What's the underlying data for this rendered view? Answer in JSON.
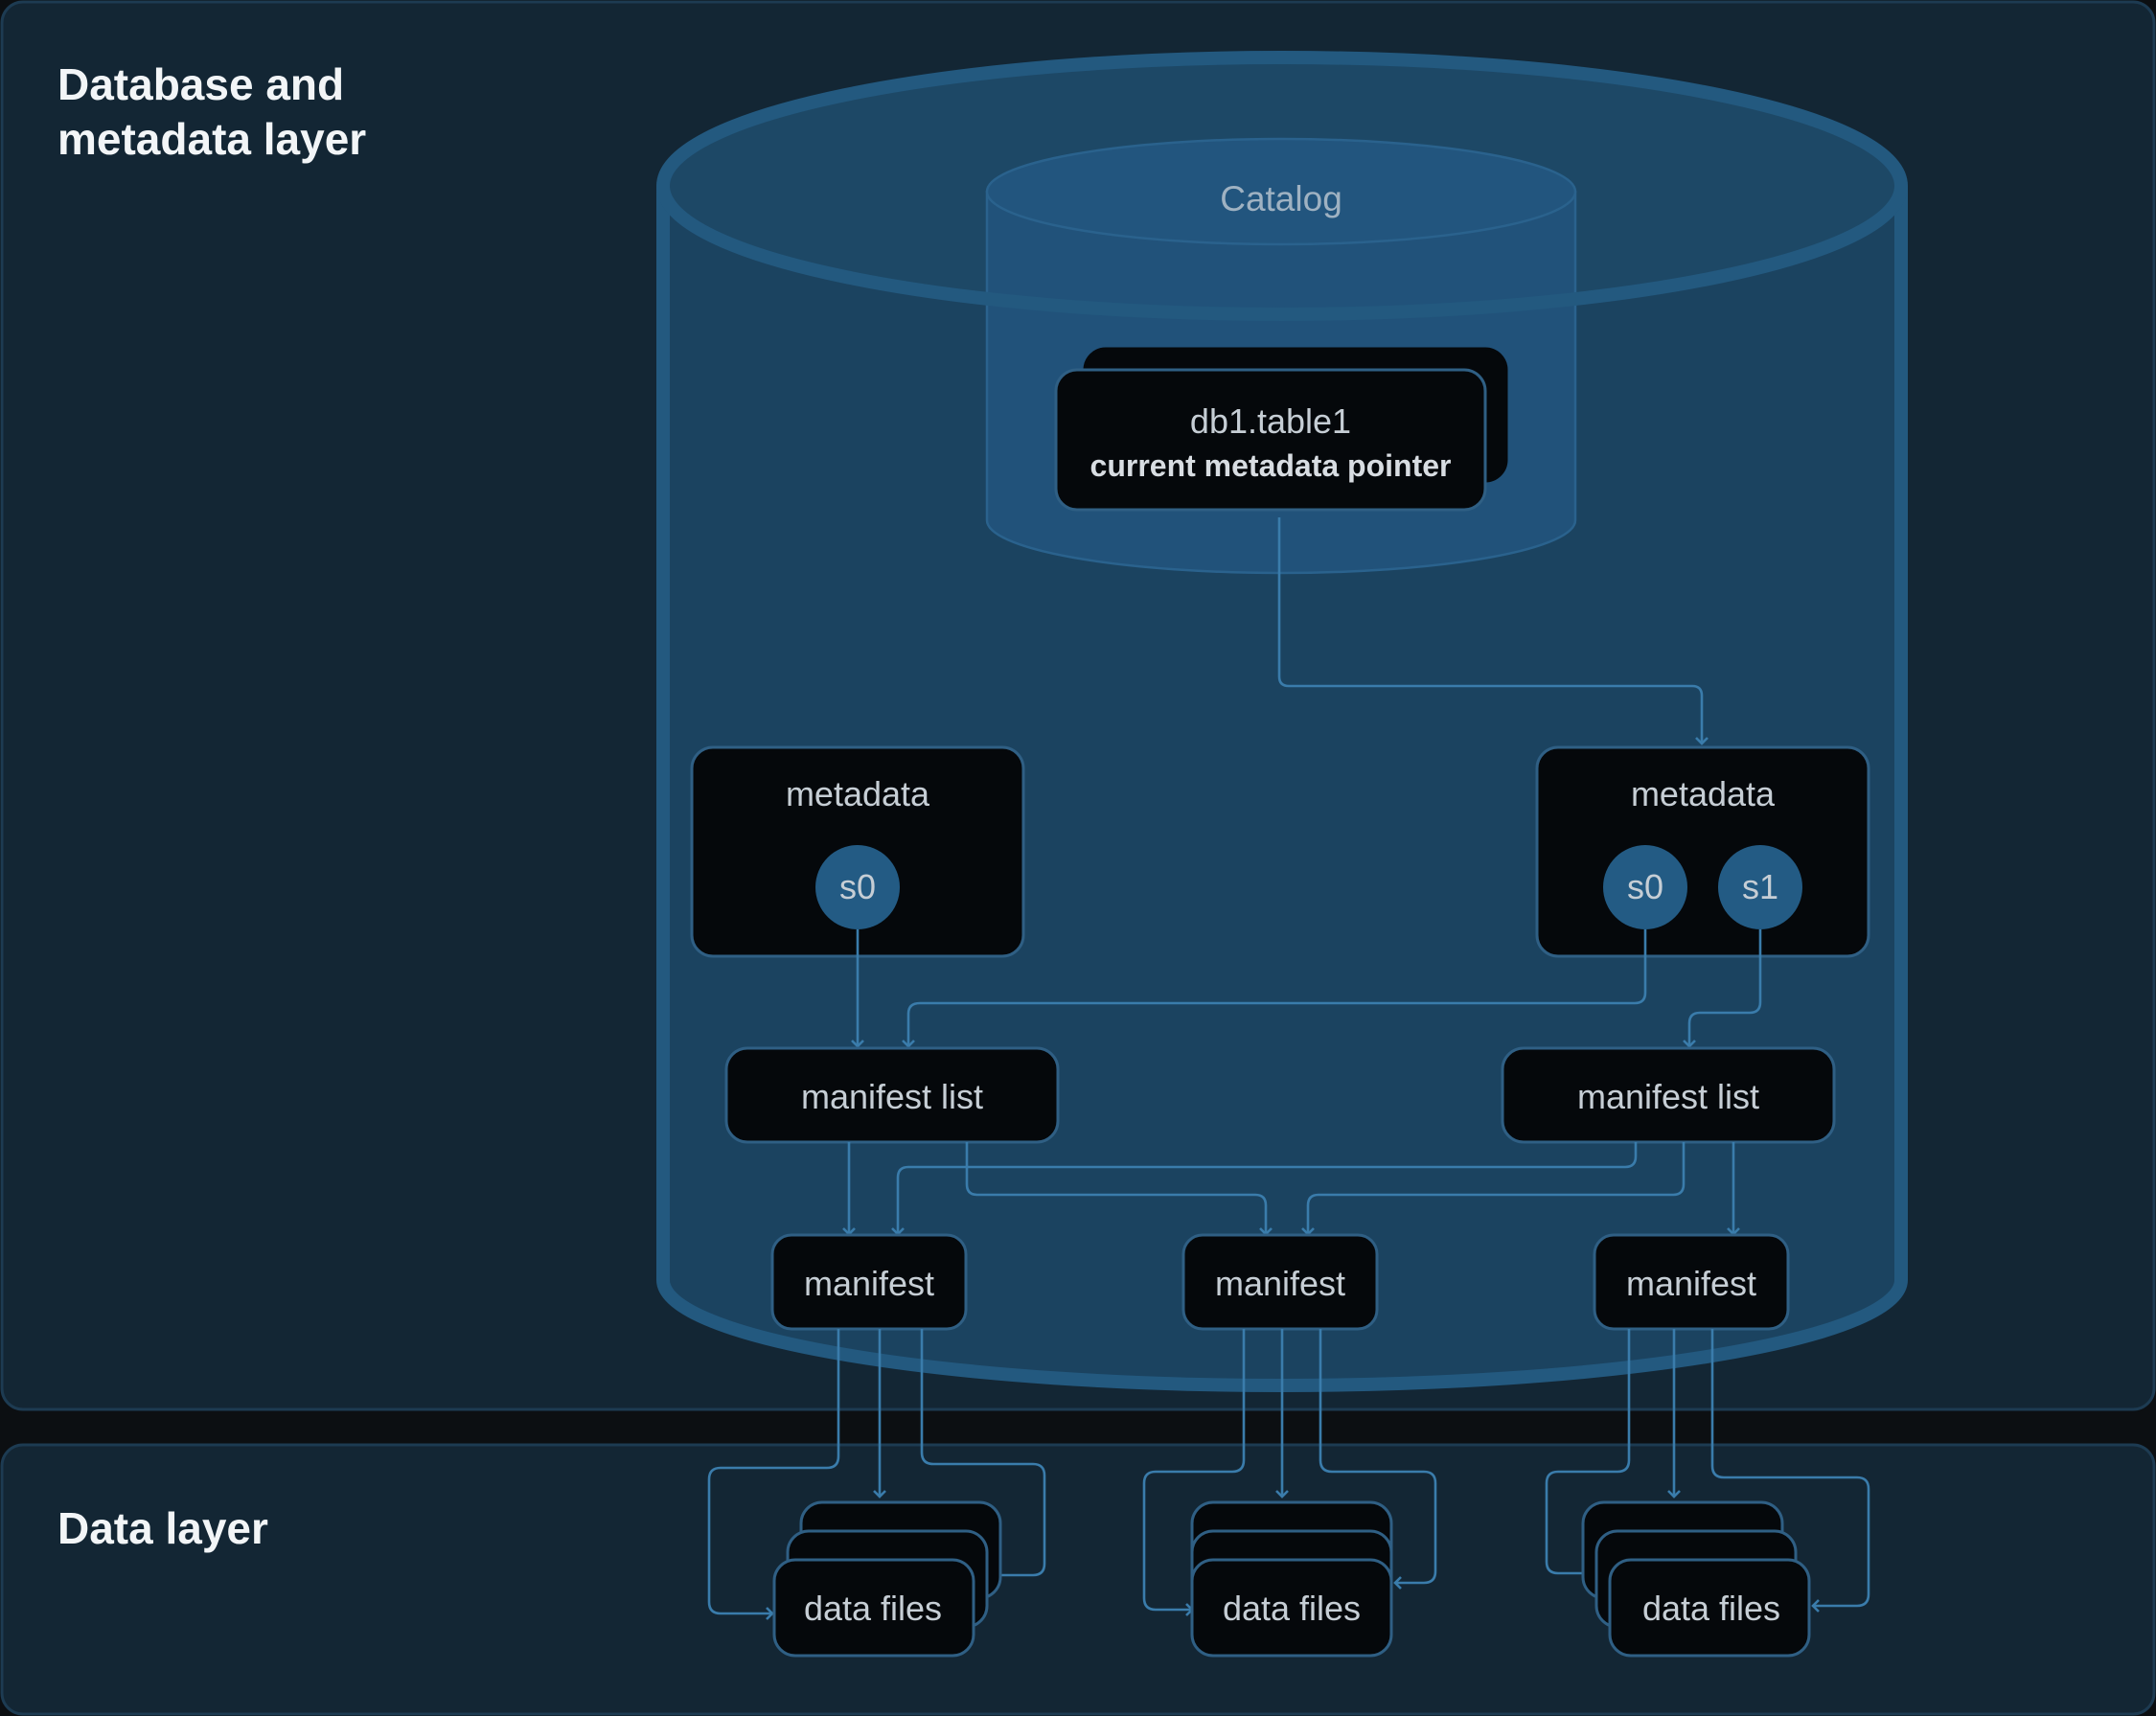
{
  "layers": {
    "metadata_layer_title_line1": "Database and",
    "metadata_layer_title_line2": "metadata layer",
    "data_layer_title": "Data layer"
  },
  "catalog": {
    "label": "Catalog",
    "table_name": "db1.table1",
    "pointer_label": "current metadata pointer"
  },
  "metadata_files": [
    {
      "label": "metadata",
      "snapshots": [
        "s0"
      ]
    },
    {
      "label": "metadata",
      "snapshots": [
        "s0",
        "s1"
      ]
    }
  ],
  "manifest_lists": [
    "manifest list",
    "manifest list"
  ],
  "manifests": [
    "manifest",
    "manifest",
    "manifest"
  ],
  "data_files": [
    "data files",
    "data files",
    "data files"
  ],
  "colors": {
    "background": "#0c0f12",
    "layer_panel": "#132634",
    "cylinder_body": "#1b4360",
    "catalog_cylinder": "#21527a",
    "node_fill": "#05080b",
    "node_border": "#2f5f84",
    "connector": "#3a7cab",
    "snapshot_circle": "#235b84"
  }
}
